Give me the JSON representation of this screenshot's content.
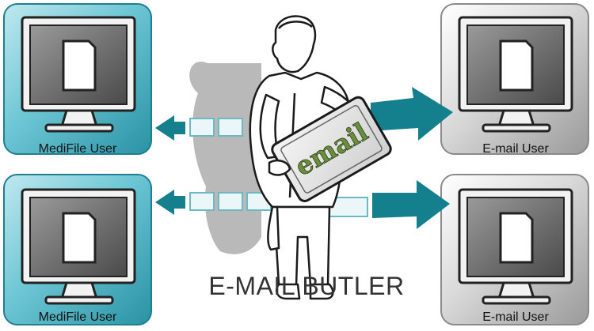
{
  "title": "E-MAIL BUTLER",
  "tablet_text": "email",
  "nodes": {
    "left_top": {
      "label": "MediFile User"
    },
    "left_bottom": {
      "label": "MediFile User"
    },
    "right_top": {
      "label": "E-mail User"
    },
    "right_bottom": {
      "label": "E-mail User"
    }
  },
  "colors": {
    "teal_tile": "#5bbccc",
    "gray_tile": "#c8c8c8",
    "arrow": "#14808e",
    "email_text": "#6a8f3a"
  },
  "icons": [
    "monitor-icon",
    "document-icon",
    "butler-figure",
    "arrow-icon",
    "envelope-icon"
  ]
}
